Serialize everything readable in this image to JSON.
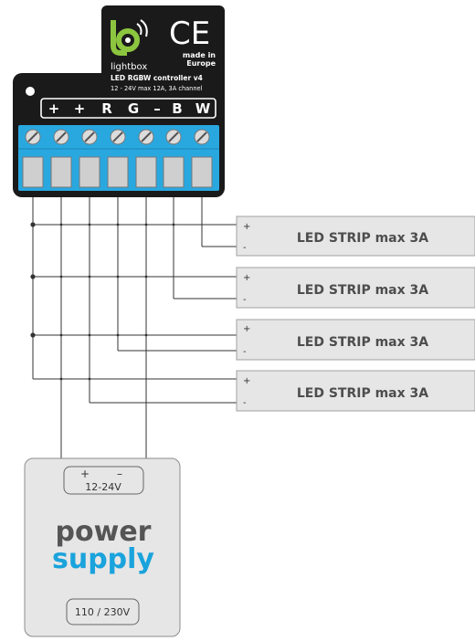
{
  "controller": {
    "brand": "lightbox",
    "ce_mark": "CE",
    "made_in": "made in",
    "made_in_country": "Europe",
    "model": "LED RGBW controller v4",
    "spec": "12 - 24V max 12A, 3A channel",
    "terminals": [
      "+",
      "+",
      "R",
      "G",
      "–",
      "B",
      "W"
    ]
  },
  "strips": [
    {
      "plus": "+",
      "minus": "-",
      "label": "LED STRIP max 3A"
    },
    {
      "plus": "+",
      "minus": "-",
      "label": "LED STRIP max 3A"
    },
    {
      "plus": "+",
      "minus": "-",
      "label": "LED STRIP max 3A"
    },
    {
      "plus": "+",
      "minus": "-",
      "label": "LED STRIP max 3A"
    }
  ],
  "power_supply": {
    "dc_plus": "+",
    "dc_minus": "–",
    "dc_voltage": "12-24V",
    "title_line1": "power",
    "title_line2": "supply",
    "ac_voltage": "110 / 230V"
  },
  "colors": {
    "controller_body": "#1a1a1a",
    "terminal_blue": "#29a8e0",
    "brand_green": "#8cc63f",
    "supply_blue": "#1aa3dc",
    "supply_gray": "#555555",
    "box_fill": "#e6e6e6",
    "box_stroke": "#8c8c8c"
  }
}
